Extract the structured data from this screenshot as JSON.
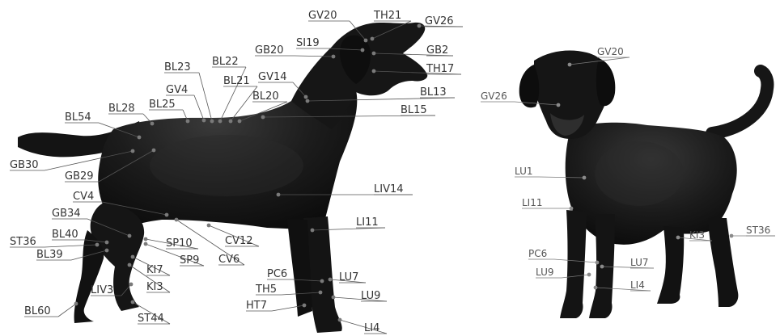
{
  "side_dog": {
    "points": [
      {
        "id": "GV20",
        "label": "GV20"
      },
      {
        "id": "TH21",
        "label": "TH21"
      },
      {
        "id": "GV26",
        "label": "GV26"
      },
      {
        "id": "GB20",
        "label": "GB20"
      },
      {
        "id": "SI19",
        "label": "SI19"
      },
      {
        "id": "GB2",
        "label": "GB2"
      },
      {
        "id": "TH17",
        "label": "TH17"
      },
      {
        "id": "BL23",
        "label": "BL23"
      },
      {
        "id": "BL22",
        "label": "BL22"
      },
      {
        "id": "GV4",
        "label": "GV4"
      },
      {
        "id": "BL21",
        "label": "BL21"
      },
      {
        "id": "GV14",
        "label": "GV14"
      },
      {
        "id": "BL13",
        "label": "BL13"
      },
      {
        "id": "BL28",
        "label": "BL28"
      },
      {
        "id": "BL25",
        "label": "BL25"
      },
      {
        "id": "BL20",
        "label": "BL20"
      },
      {
        "id": "BL15",
        "label": "BL15"
      },
      {
        "id": "BL54",
        "label": "BL54"
      },
      {
        "id": "GB30",
        "label": "GB30"
      },
      {
        "id": "GB29",
        "label": "GB29"
      },
      {
        "id": "LIV14",
        "label": "LIV14"
      },
      {
        "id": "CV4",
        "label": "CV4"
      },
      {
        "id": "GB34",
        "label": "GB34"
      },
      {
        "id": "LI11",
        "label": "LI11"
      },
      {
        "id": "ST36",
        "label": "ST36"
      },
      {
        "id": "BL40",
        "label": "BL40"
      },
      {
        "id": "SP10",
        "label": "SP10"
      },
      {
        "id": "CV12",
        "label": "CV12"
      },
      {
        "id": "BL39",
        "label": "BL39"
      },
      {
        "id": "SP9",
        "label": "SP9"
      },
      {
        "id": "CV6",
        "label": "CV6"
      },
      {
        "id": "KI7",
        "label": "KI7"
      },
      {
        "id": "PC6",
        "label": "PC6"
      },
      {
        "id": "LU7",
        "label": "LU7"
      },
      {
        "id": "LIV3",
        "label": "LIV3"
      },
      {
        "id": "KI3",
        "label": "KI3"
      },
      {
        "id": "TH5",
        "label": "TH5"
      },
      {
        "id": "LU9",
        "label": "LU9"
      },
      {
        "id": "HT7",
        "label": "HT7"
      },
      {
        "id": "BL60",
        "label": "BL60"
      },
      {
        "id": "ST44",
        "label": "ST44"
      },
      {
        "id": "LI4",
        "label": "LI4"
      }
    ]
  },
  "front_dog": {
    "points": [
      {
        "id": "GV20",
        "label": "GV20"
      },
      {
        "id": "GV26",
        "label": "GV26"
      },
      {
        "id": "LU1",
        "label": "LU1"
      },
      {
        "id": "LI11",
        "label": "LI11"
      },
      {
        "id": "KI3",
        "label": "KI3"
      },
      {
        "id": "ST36",
        "label": "ST36"
      },
      {
        "id": "PC6",
        "label": "PC6"
      },
      {
        "id": "LU7",
        "label": "LU7"
      },
      {
        "id": "LU9",
        "label": "LU9"
      },
      {
        "id": "LI4",
        "label": "LI4"
      }
    ]
  },
  "colors": {
    "dog_fur": "#151515",
    "dog_highlight": "#3a3a3a",
    "label_text": "#333333",
    "leader_line": "#555555"
  }
}
